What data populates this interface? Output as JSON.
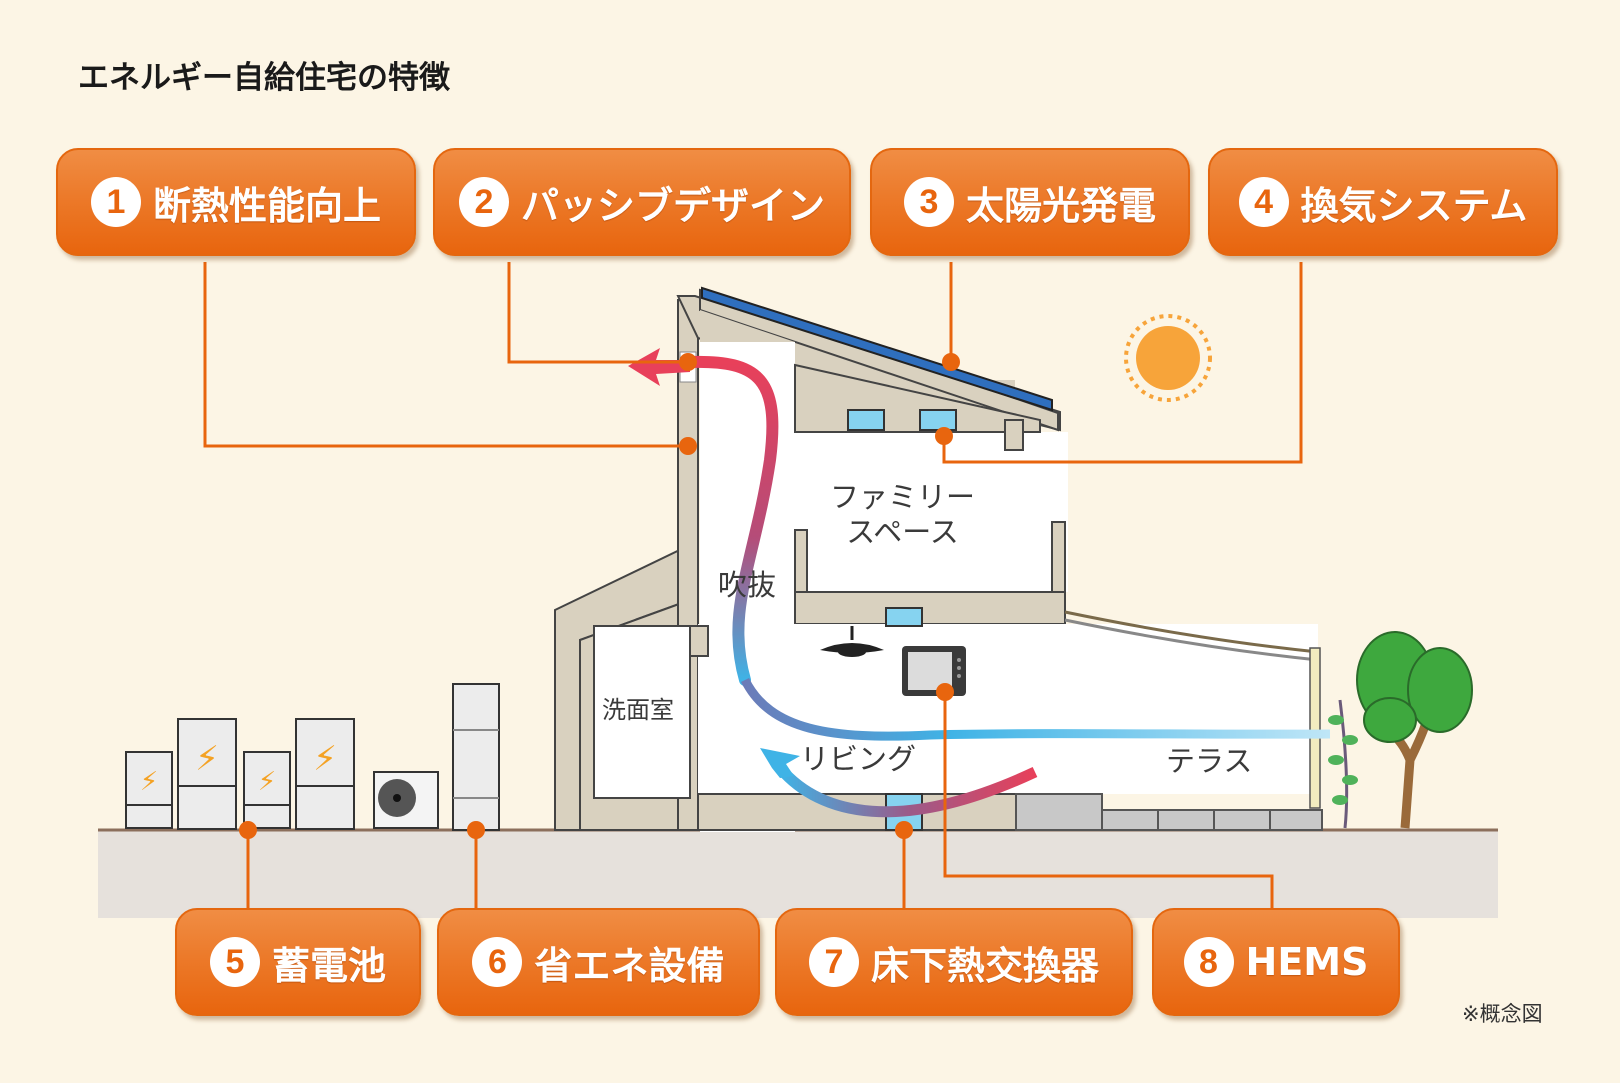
{
  "title": "エネルギー自給住宅の特徴",
  "features_top": [
    {
      "num": "1",
      "label": "断熱性能向上"
    },
    {
      "num": "2",
      "label": "パッシブデザイン"
    },
    {
      "num": "3",
      "label": "太陽光発電"
    },
    {
      "num": "4",
      "label": "換気システム"
    }
  ],
  "features_bottom": [
    {
      "num": "5",
      "label": "蓄電池"
    },
    {
      "num": "6",
      "label": "省エネ設備"
    },
    {
      "num": "7",
      "label": "床下熱交換器"
    },
    {
      "num": "8",
      "label": "HEMS"
    }
  ],
  "rooms": {
    "family_space_line1": "ファミリー",
    "family_space_line2": "スペース",
    "atrium": "吹抜",
    "washroom": "洗面室",
    "living": "リビング",
    "terrace": "テラス"
  },
  "note": "※概念図",
  "colors": {
    "accent": "#e8650e",
    "background": "#fcf5e5",
    "wall": "#d9d1bf",
    "solar_panel": "#2f6fbe",
    "warm_air": "#e8405a",
    "cool_air": "#3fb3e6",
    "sun": "#f7a43a"
  }
}
